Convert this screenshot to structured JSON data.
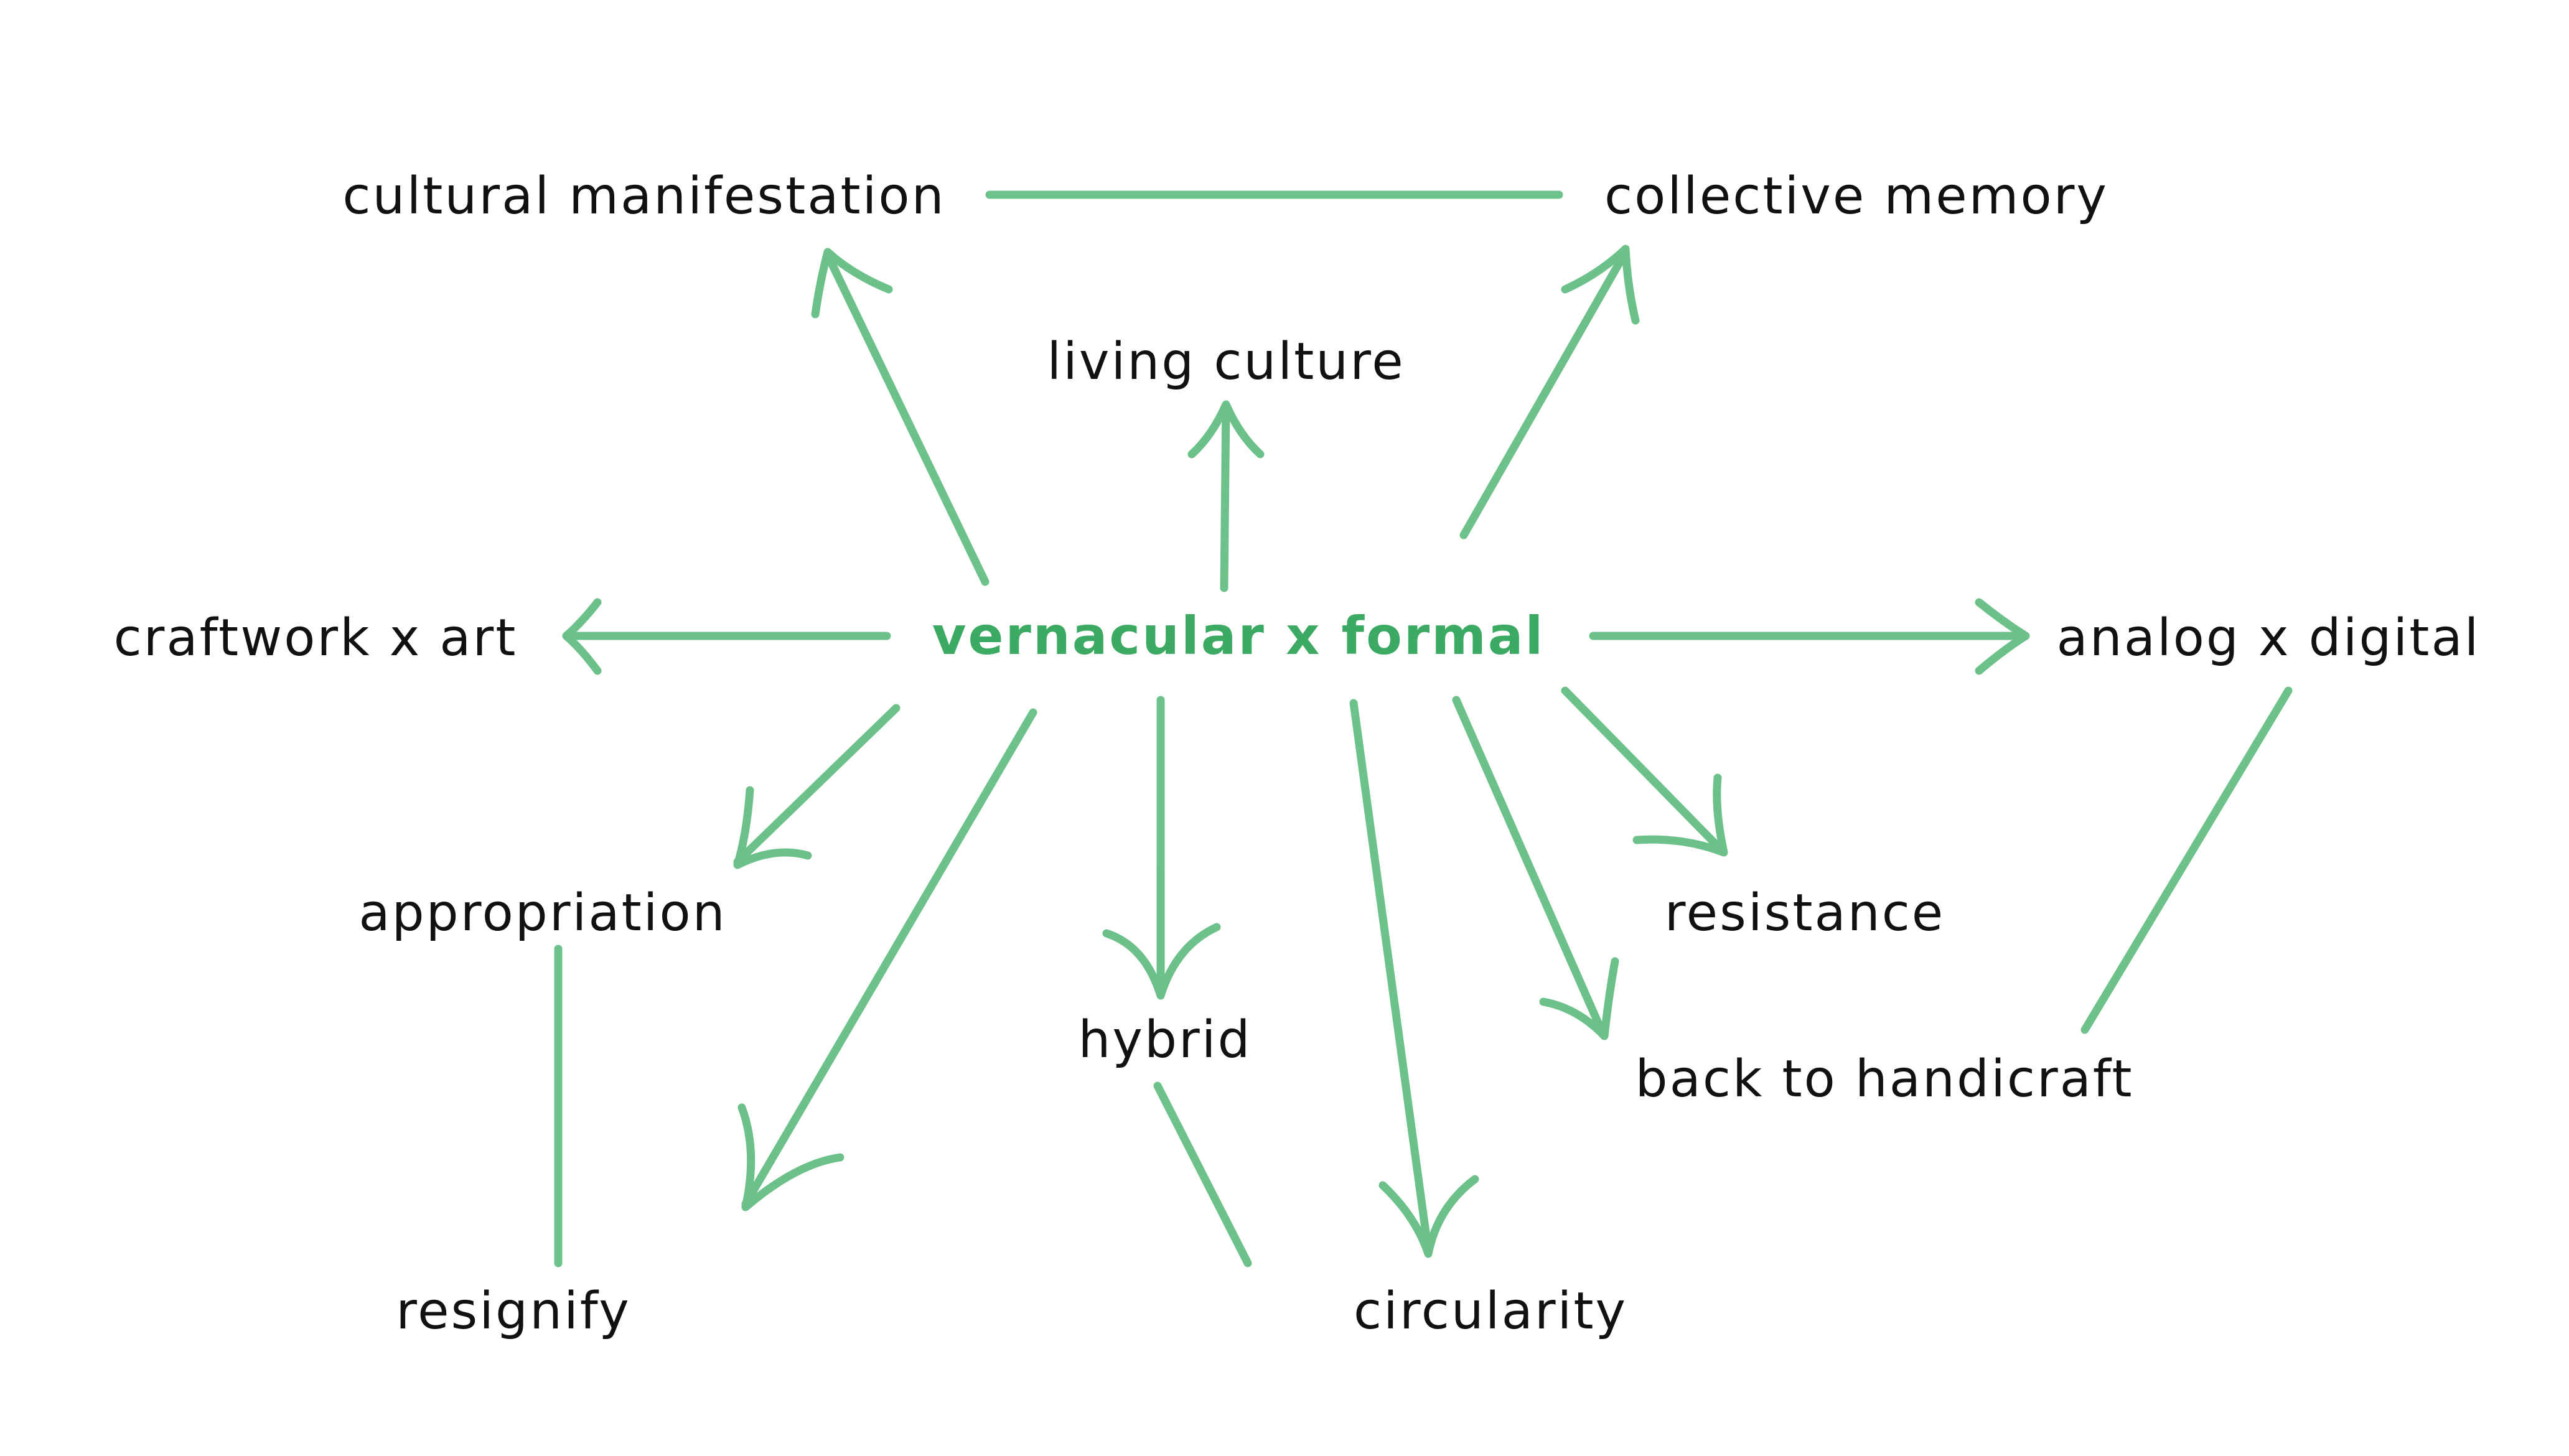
{
  "diagram": {
    "center": "vernacular x formal",
    "nodes": {
      "cultural_manifestation": "cultural manifestation",
      "collective_memory": "collective memory",
      "living_culture": "living culture",
      "craftwork_art": "craftwork x art",
      "analog_digital": "analog x digital",
      "appropriation": "appropriation",
      "resistance": "resistance",
      "hybrid": "hybrid",
      "back_to_handicraft": "back to handicraft",
      "resignify": "resignify",
      "circularity": "circularity"
    },
    "edges": [
      {
        "from": "vernacular x formal",
        "to": "cultural manifestation",
        "arrow": true
      },
      {
        "from": "vernacular x formal",
        "to": "living culture",
        "arrow": true
      },
      {
        "from": "vernacular x formal",
        "to": "collective memory",
        "arrow": true
      },
      {
        "from": "vernacular x formal",
        "to": "craftwork x art",
        "arrow": true
      },
      {
        "from": "vernacular x formal",
        "to": "analog x digital",
        "arrow": true
      },
      {
        "from": "vernacular x formal",
        "to": "appropriation",
        "arrow": true
      },
      {
        "from": "vernacular x formal",
        "to": "resignify",
        "arrow": true
      },
      {
        "from": "vernacular x formal",
        "to": "hybrid",
        "arrow": true
      },
      {
        "from": "vernacular x formal",
        "to": "circularity",
        "arrow": true
      },
      {
        "from": "vernacular x formal",
        "to": "back to handicraft",
        "arrow": true
      },
      {
        "from": "vernacular x formal",
        "to": "resistance",
        "arrow": true
      },
      {
        "from": "cultural manifestation",
        "to": "collective memory",
        "arrow": false
      },
      {
        "from": "appropriation",
        "to": "resignify",
        "arrow": false
      },
      {
        "from": "hybrid",
        "to": "circularity",
        "arrow": false
      },
      {
        "from": "analog x digital",
        "to": "back to handicraft",
        "arrow": false
      }
    ],
    "edge_color": "#5dba7d",
    "center_color": "#3daa63",
    "text_color": "#111111"
  }
}
